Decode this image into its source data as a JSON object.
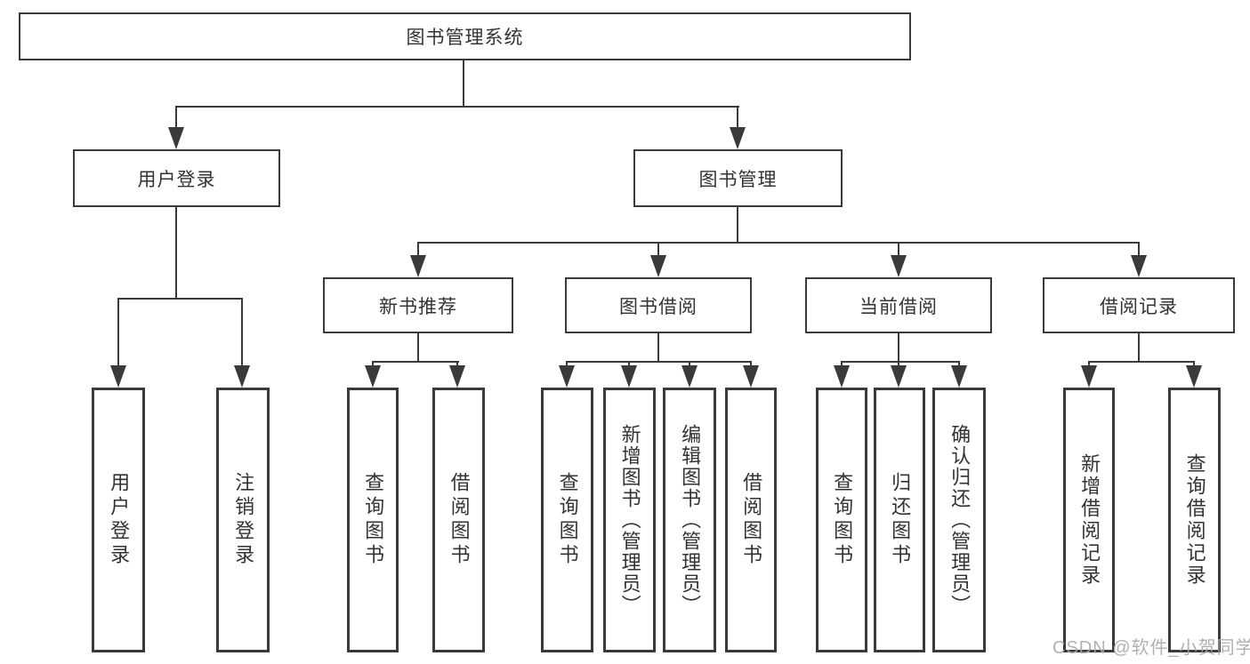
{
  "diagram_title": "图书管理系统",
  "tree": {
    "label": "图书管理系统",
    "children": [
      {
        "label": "用户登录",
        "children": [
          {
            "label": "用户登录"
          },
          {
            "label": "注销登录"
          }
        ]
      },
      {
        "label": "图书管理",
        "children": [
          {
            "label": "新书推荐",
            "children": [
              {
                "label": "查询图书"
              },
              {
                "label": "借阅图书"
              }
            ]
          },
          {
            "label": "图书借阅",
            "children": [
              {
                "label": "查询图书"
              },
              {
                "label": "新增图书（管理员）"
              },
              {
                "label": "编辑图书（管理员）"
              },
              {
                "label": "借阅图书"
              }
            ]
          },
          {
            "label": "当前借阅",
            "children": [
              {
                "label": "查询图书"
              },
              {
                "label": "归还图书"
              },
              {
                "label": "确认归还（管理员）"
              }
            ]
          },
          {
            "label": "借阅记录",
            "children": [
              {
                "label": "新增借阅记录"
              },
              {
                "label": "查询借阅记录"
              }
            ]
          }
        ]
      }
    ]
  },
  "watermark": {
    "text": "CSDN @软件_小贺同学"
  },
  "colors": {
    "line": "#3a3a3a",
    "text": "#333333",
    "background": "#ffffff",
    "watermark": "#a8a8a8"
  }
}
